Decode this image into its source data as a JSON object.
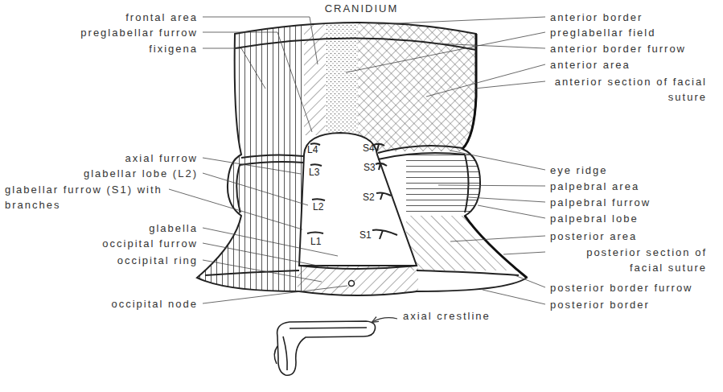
{
  "diagram": {
    "title": "CRANIDIUM",
    "labels": [
      "frontal area",
      "preglabellar furrow",
      "fixigena",
      "axial furrow",
      "glabellar lobe (L2)",
      "glabellar furrow (S1) with branches",
      "glabella",
      "occipital furrow",
      "occipital ring",
      "occipital node",
      "anterior border",
      "preglabellar field",
      "anterior border furrow",
      "anterior area",
      "anterior section of facial suture",
      "eye ridge",
      "palpebral area",
      "palpebral furrow",
      "palpebral lobe",
      "posterior area",
      "posterior section of facial suture",
      "posterior border furrow",
      "posterior border",
      "L4",
      "L3",
      "L2",
      "L1",
      "S4",
      "S3",
      "S2",
      "S1",
      "axial crestline"
    ]
  }
}
